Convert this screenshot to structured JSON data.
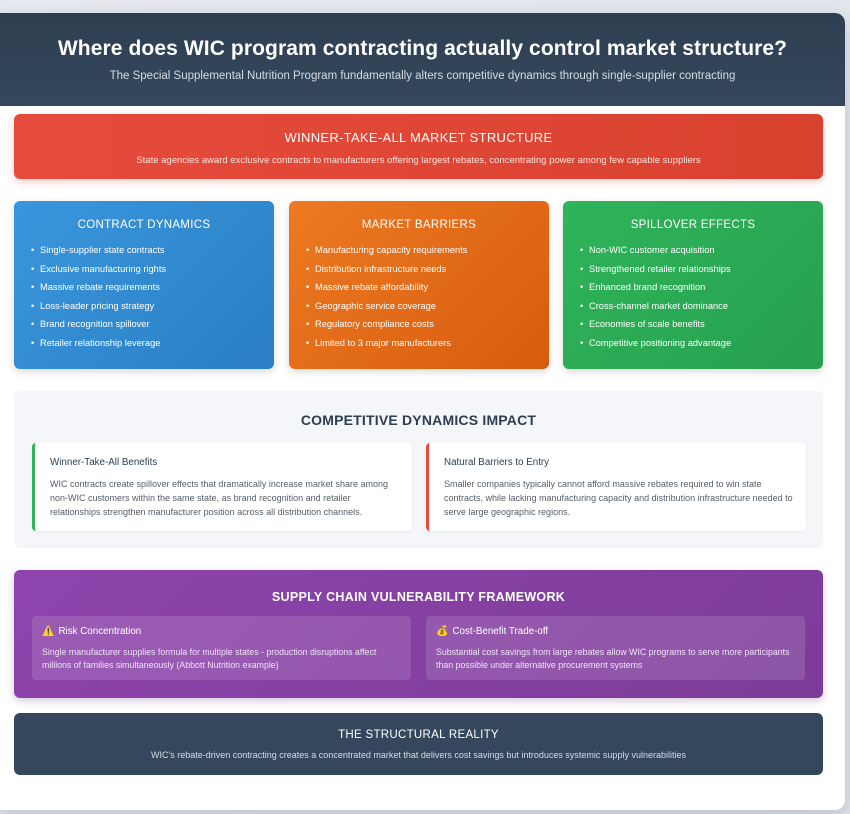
{
  "header": {
    "title": "Where does WIC program contracting actually control market structure?",
    "subtitle": "The Special Supplemental Nutrition Program fundamentally alters competitive dynamics through single-supplier contracting"
  },
  "banner": {
    "title": "WINNER-TAKE-ALL MARKET STRUCTURE",
    "text": "State agencies award exclusive contracts to manufacturers offering largest rebates, concentrating power among few capable suppliers"
  },
  "columns": [
    {
      "title": "CONTRACT DYNAMICS",
      "items": [
        "Single-supplier state contracts",
        "Exclusive manufacturing rights",
        "Massive rebate requirements",
        "Loss-leader pricing strategy",
        "Brand recognition spillover",
        "Retailer relationship leverage"
      ]
    },
    {
      "title": "MARKET BARRIERS",
      "items": [
        "Manufacturing capacity requirements",
        "Distribution infrastructure needs",
        "Massive rebate affordability",
        "Geographic service coverage",
        "Regulatory compliance costs",
        "Limited to 3 major manufacturers"
      ]
    },
    {
      "title": "SPILLOVER EFFECTS",
      "items": [
        "Non-WIC customer acquisition",
        "Strengthened retailer relationships",
        "Enhanced brand recognition",
        "Cross-channel market dominance",
        "Economies of scale benefits",
        "Competitive positioning advantage"
      ]
    }
  ],
  "impact": {
    "title": "COMPETITIVE DYNAMICS IMPACT",
    "left": {
      "title": "Winner-Take-All Benefits",
      "text": "WIC contracts create spillover effects that dramatically increase market share among non-WIC customers within the same state, as brand recognition and retailer relationships strengthen manufacturer position across all distribution channels."
    },
    "right": {
      "title": "Natural Barriers to Entry",
      "text": "Smaller companies typically cannot afford massive rebates required to win state contracts, while lacking manufacturing capacity and distribution infrastructure needed to serve large geographic regions."
    }
  },
  "supply": {
    "title": "SUPPLY CHAIN VULNERABILITY FRAMEWORK",
    "left": {
      "icon": "warning-icon",
      "glyph": "⚠️",
      "title": "Risk Concentration",
      "text": "Single manufacturer supplies formula for multiple states - production disruptions affect millions of families simultaneously (Abbott Nutrition example)"
    },
    "right": {
      "icon": "money-bag-icon",
      "glyph": "💰",
      "title": "Cost-Benefit Trade-off",
      "text": "Substantial cost savings from large rebates allow WIC programs to serve more participants than possible under alternative procurement systems"
    }
  },
  "reality": {
    "title": "THE STRUCTURAL REALITY",
    "text": "WIC's rebate-driven contracting creates a concentrated market that delivers cost savings but introduces systemic supply vulnerabilities"
  }
}
